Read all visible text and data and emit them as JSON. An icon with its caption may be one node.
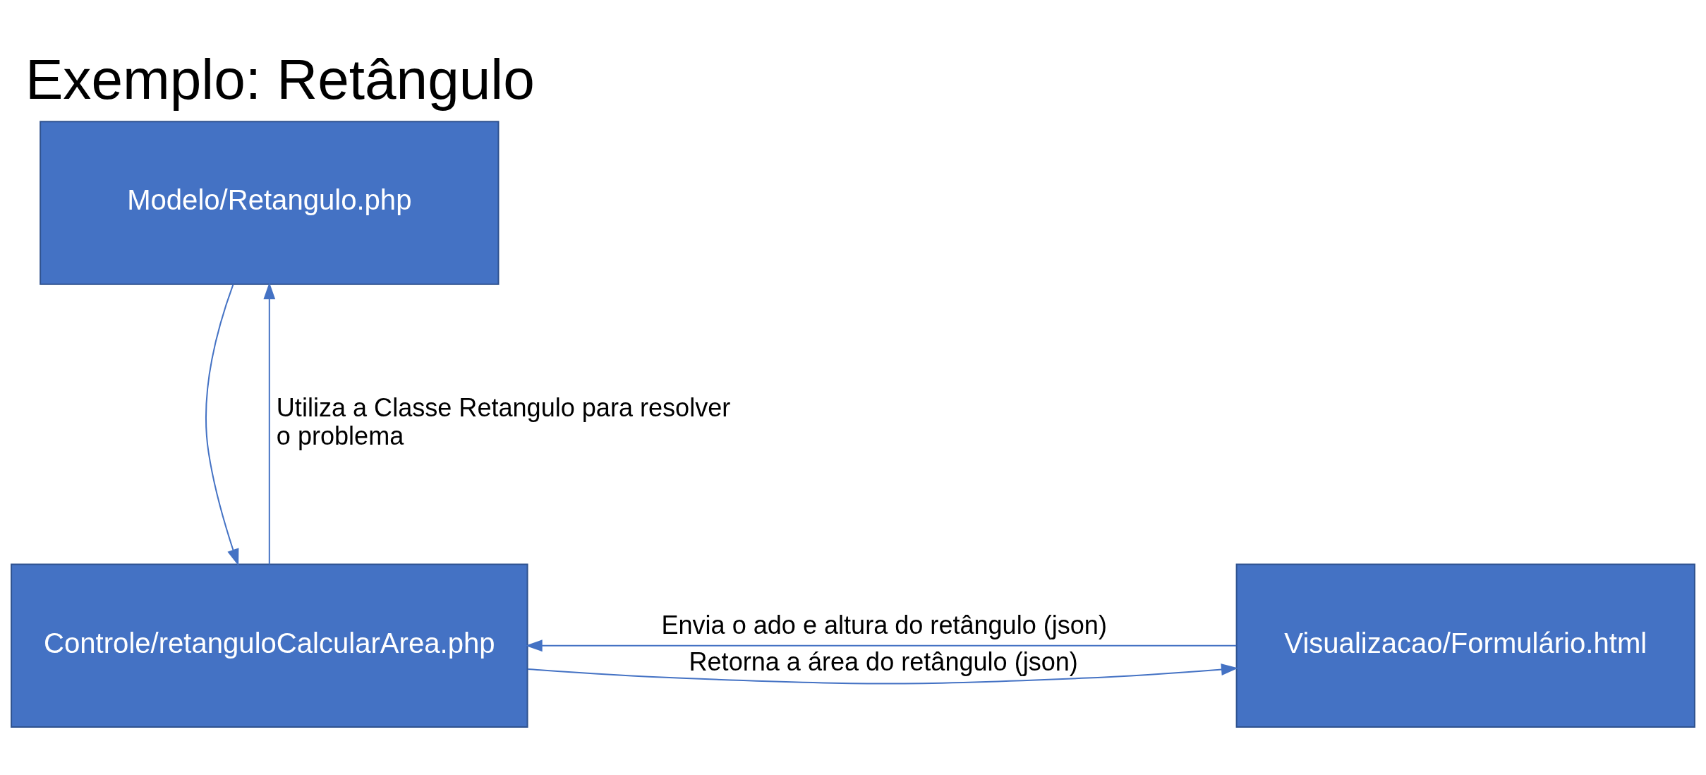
{
  "diagram": {
    "title": "Exemplo: Retângulo",
    "nodes": [
      {
        "text": [
          "Modelo/Retangulo.php"
        ]
      },
      {
        "text": [
          "Visualizacao/Formulário.html"
        ]
      },
      {
        "text": [
          "Controle/retanguloCalcularArea.php"
        ]
      }
    ],
    "edges": [
      {
        "from": 2,
        "to": 0,
        "arrow": "to",
        "label": "Utiliza a Classe Retangulo para resolver o problema"
      },
      {
        "from": 0,
        "to": 2,
        "arrow": "to"
      },
      {
        "from": 2,
        "to": 1,
        "arrow": "to",
        "label": "Retorna a área do retângulo (json)"
      },
      {
        "from": 1,
        "to": 2,
        "arrow": "to",
        "label": "Envia o ado e altura do retângulo (json)"
      }
    ]
  }
}
